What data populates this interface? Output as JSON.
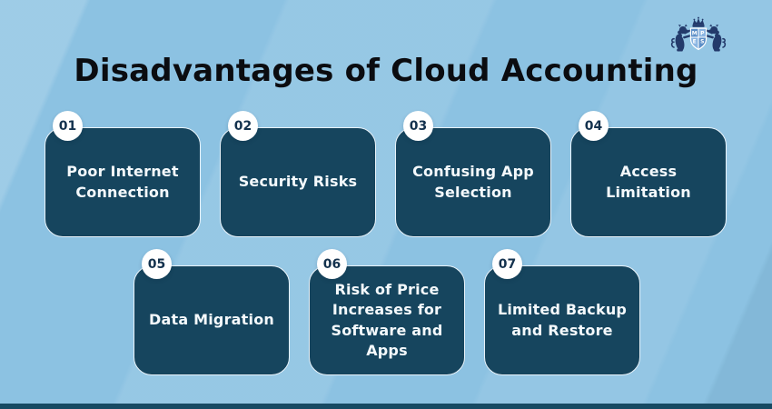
{
  "title": "Disadvantages of Cloud Accounting",
  "logo": {
    "name": "MPES lion crest",
    "shield_letters": [
      "M",
      "P",
      "E",
      "S"
    ]
  },
  "cards": [
    {
      "number": "01",
      "label": "Poor Internet\nConnection"
    },
    {
      "number": "02",
      "label": "Security Risks"
    },
    {
      "number": "03",
      "label": "Confusing App\nSelection"
    },
    {
      "number": "04",
      "label": "Access\nLimitation"
    },
    {
      "number": "05",
      "label": "Data Migration"
    },
    {
      "number": "06",
      "label": "Risk of Price\nIncreases for\nSoftware and\nApps"
    },
    {
      "number": "07",
      "label": "Limited Backup\nand Restore"
    }
  ],
  "colors": {
    "background": "#8cc2e2",
    "card-bg": "#16455e",
    "card-border": "#e9f3fa",
    "card-text": "#f4f9fc",
    "badge-bg": "#ffffff",
    "badge-text": "#14324e",
    "title-color": "#0b0c10",
    "footer-bar": "#174a63",
    "logo-navy": "#233a6b",
    "logo-shield-dark": "#5d8fc7",
    "logo-shield-light": "#8ab5e2"
  }
}
